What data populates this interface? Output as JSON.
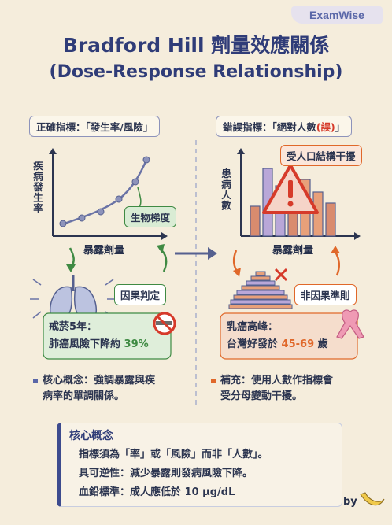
{
  "brand": "ExamWise",
  "title_line1": "Bradford Hill 劑量效應關係",
  "title_line2": "(Dose-Response Relationship)",
  "left": {
    "header": "正確指標：「發生率/風險」",
    "y_label": "疾病發生率",
    "x_label": "暴露劑量",
    "gradient_label": "生物梯度",
    "causal_label": "因果判定",
    "smoking_line1": "戒菸5年：",
    "smoking_line2": "肺癌風險下降約",
    "smoking_pct": "39%",
    "core_note_line1": "核心概念：強調暴露與疾",
    "core_note_line2": "病率的單調關係。"
  },
  "right": {
    "header_prefix": "錯誤指標：「絕對人數",
    "header_wrong": "(誤)",
    "header_suffix": "」",
    "y_label": "患病人數",
    "x_label": "暴露劑量",
    "structure_label": "受人口結構干擾",
    "noncausal_label": "非因果準則",
    "breast_line1": "乳癌高峰：",
    "breast_line2_prefix": "台灣好發於",
    "breast_age": "45-69",
    "breast_line2_suffix": "歲",
    "supp_note_line1": "補充：使用人數作指標會",
    "supp_note_line2": "受分母變動干擾。"
  },
  "bottom": {
    "title": "核心概念",
    "line1": "指標須為「率」或「風險」而非「人數」。",
    "line2": "具可逆性：減少暴露則發病風險下降。",
    "line3": "血鉛標準：成人應低於 10 μg/dL"
  },
  "byline": "by",
  "colors": {
    "navy": "#2f3c78",
    "green": "#3f8a43",
    "orange": "#e0682a",
    "red": "#d63a2a"
  }
}
